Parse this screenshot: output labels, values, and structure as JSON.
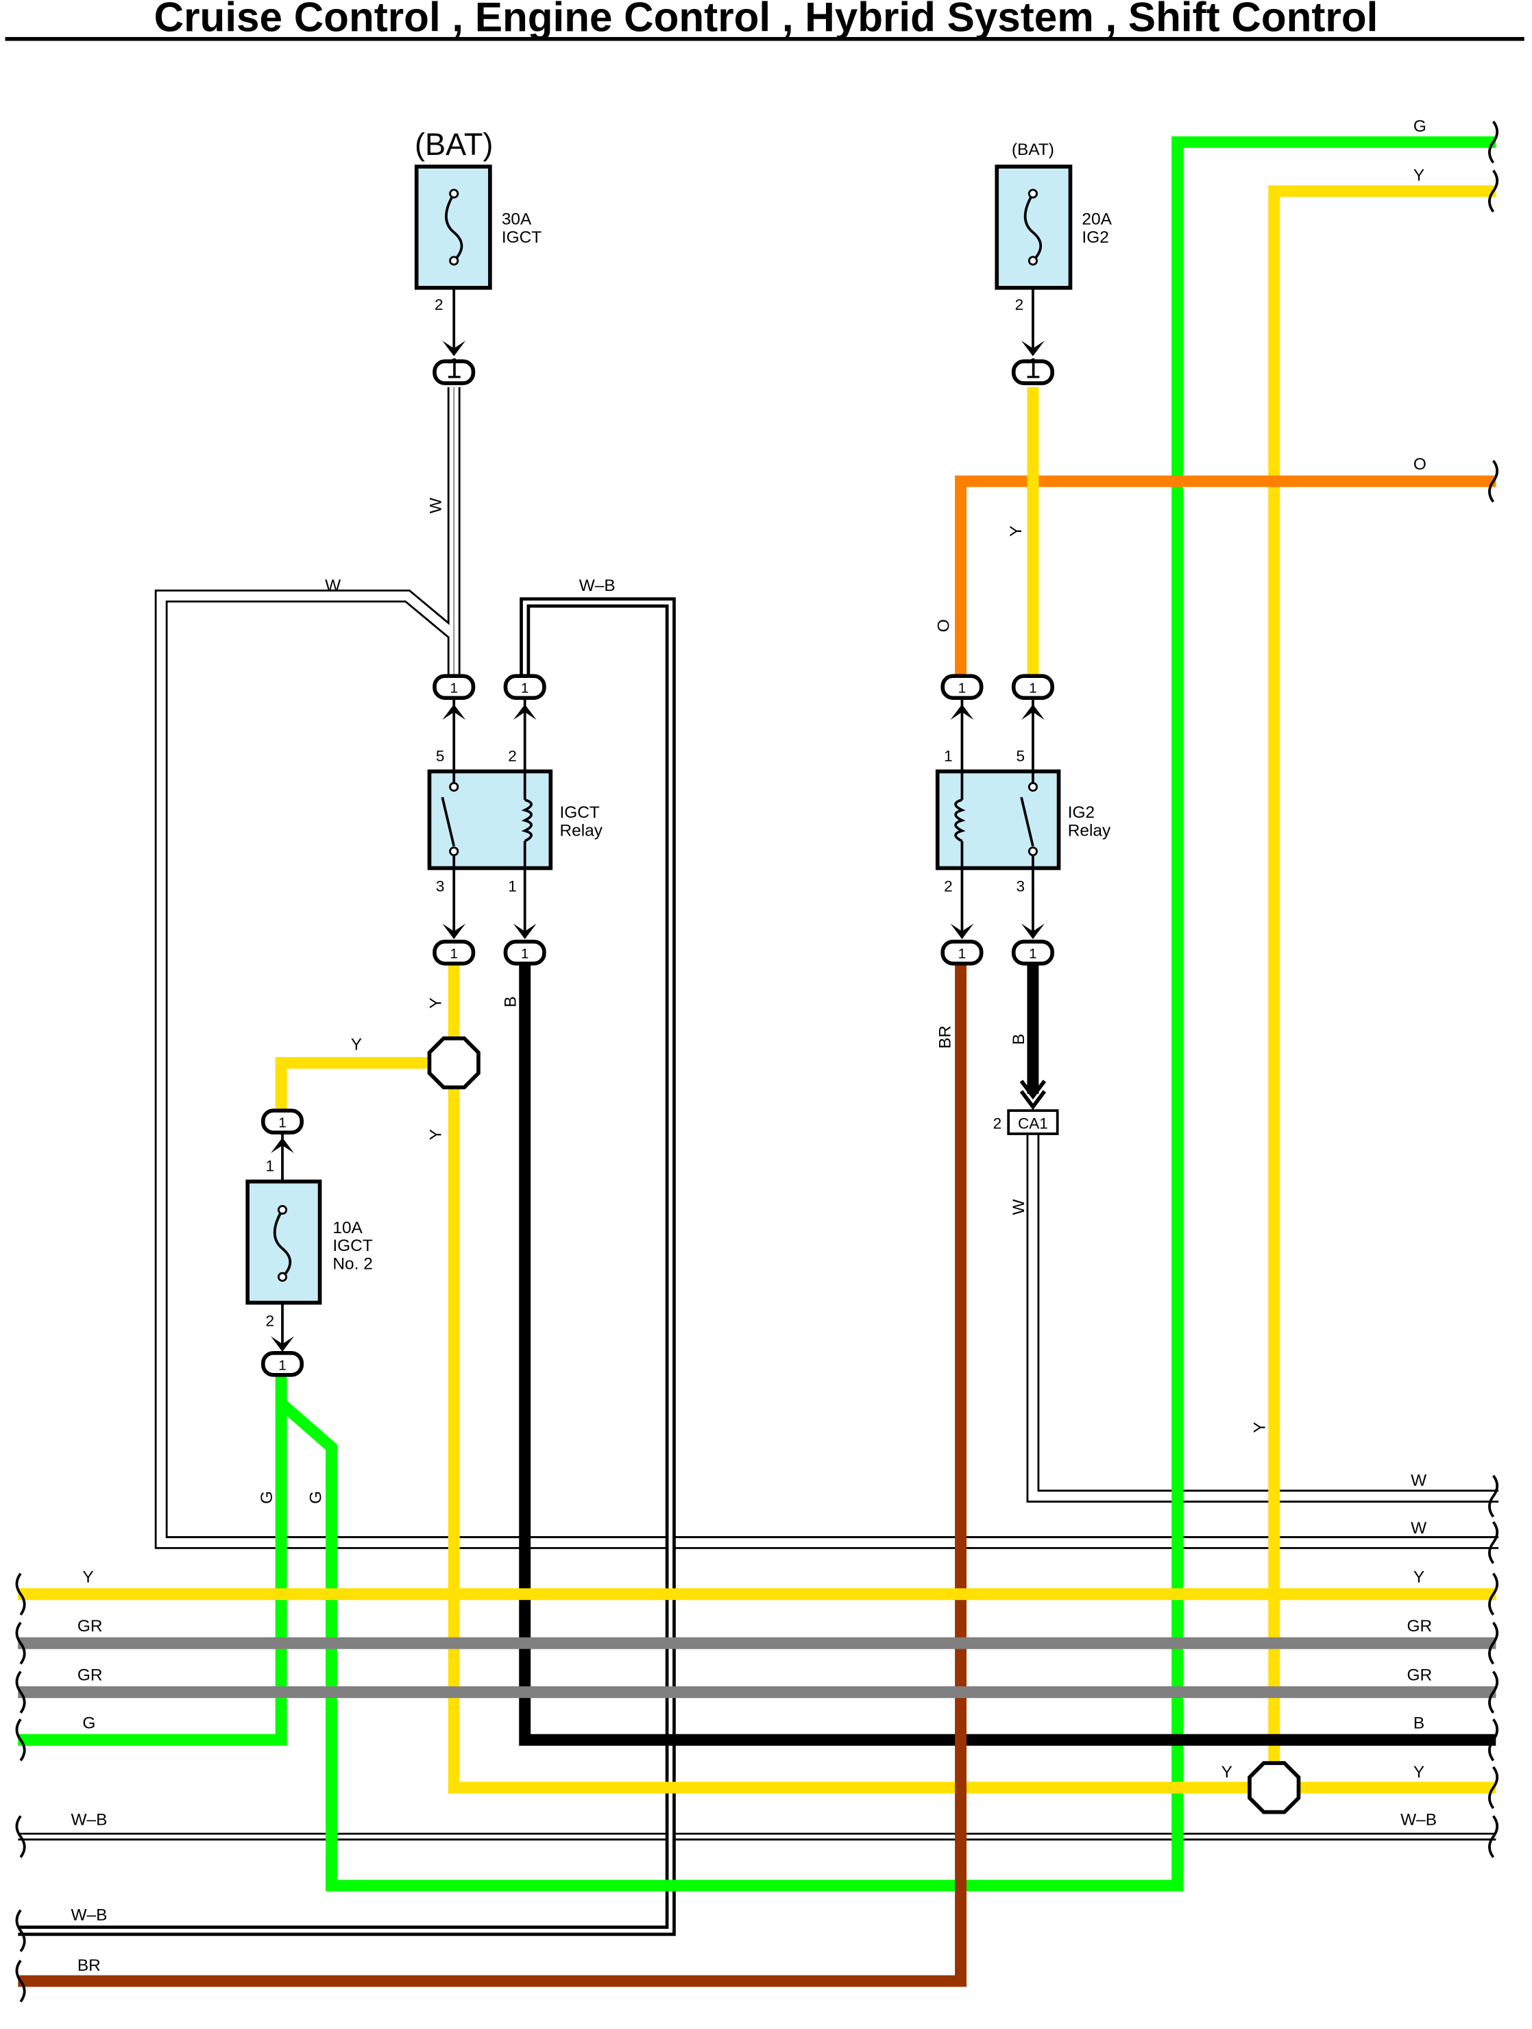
{
  "header": {
    "title": "Cruise Control , Engine Control , Hybrid System , Shift Control"
  },
  "colors": {
    "G": "#00ff00",
    "Y": "#ffe000",
    "O": "#ff8000",
    "GR": "#808080",
    "B": "#000000",
    "BR": "#993300",
    "W": "#ffffff",
    "box": "#c8ecf5"
  },
  "components": {
    "fuse_igct": {
      "source": "(BAT)",
      "rating": "30A",
      "name": "IGCT",
      "pin_bottom": "2",
      "connector": "1"
    },
    "fuse_ig2": {
      "source": "(BAT)",
      "rating": "20A",
      "name": "IG2",
      "pin_bottom": "2",
      "connector": "1"
    },
    "fuse_igct2": {
      "rating": "10A",
      "name_line1": "IGCT",
      "name_line2": "No. 2",
      "pin_top": "1",
      "pin_bottom": "2",
      "connector": "1"
    },
    "relay_igct": {
      "name_line1": "IGCT",
      "name_line2": "Relay",
      "pin_tl": "5",
      "pin_tr": "2",
      "pin_bl": "3",
      "pin_br": "1",
      "connector": "1"
    },
    "relay_ig2": {
      "name_line1": "IG2",
      "name_line2": "Relay",
      "pin_tl": "1",
      "pin_tr": "5",
      "pin_bl": "2",
      "pin_br": "3",
      "connector": "1"
    },
    "ca1": {
      "name": "CA1",
      "pin": "2"
    }
  },
  "wire_labels": {
    "w_igct_down": "W",
    "w_loop_top": "W",
    "wb_loop_top": "W–B",
    "y_relay_out": "Y",
    "y_branch": "Y",
    "y_down": "Y",
    "b_relay_out": "B",
    "g_left": "G",
    "g_right": "G",
    "o_relay": "O",
    "y_ig2_down": "Y",
    "br_relay_out": "BR",
    "b_ca1": "B",
    "w_ca1": "W",
    "g_top_right": "G",
    "y_top_right": "Y",
    "o_right": "O",
    "y_vertical_right": "Y",
    "y_junction_right": "Y"
  },
  "left_bus": {
    "y": "Y",
    "gr1": "GR",
    "gr2": "GR",
    "g": "G",
    "wb1": "W–B",
    "wb2": "W–B",
    "br": "BR"
  },
  "right_bus": {
    "w1": "W",
    "w2": "W",
    "y1": "Y",
    "gr1": "GR",
    "gr2": "GR",
    "b": "B",
    "y2": "Y",
    "wb": "W–B"
  }
}
